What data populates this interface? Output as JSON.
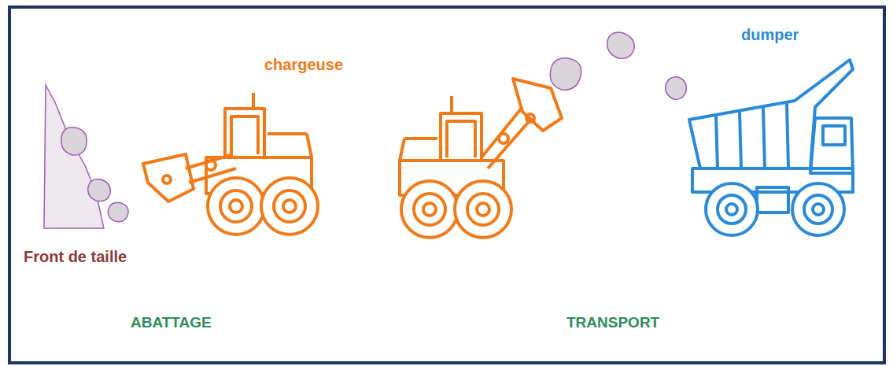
{
  "diagram": {
    "labels": [
      "chargeuse",
      "dumper",
      "Front de taille",
      "ABATTAGE",
      "TRANSPORT"
    ]
  }
}
